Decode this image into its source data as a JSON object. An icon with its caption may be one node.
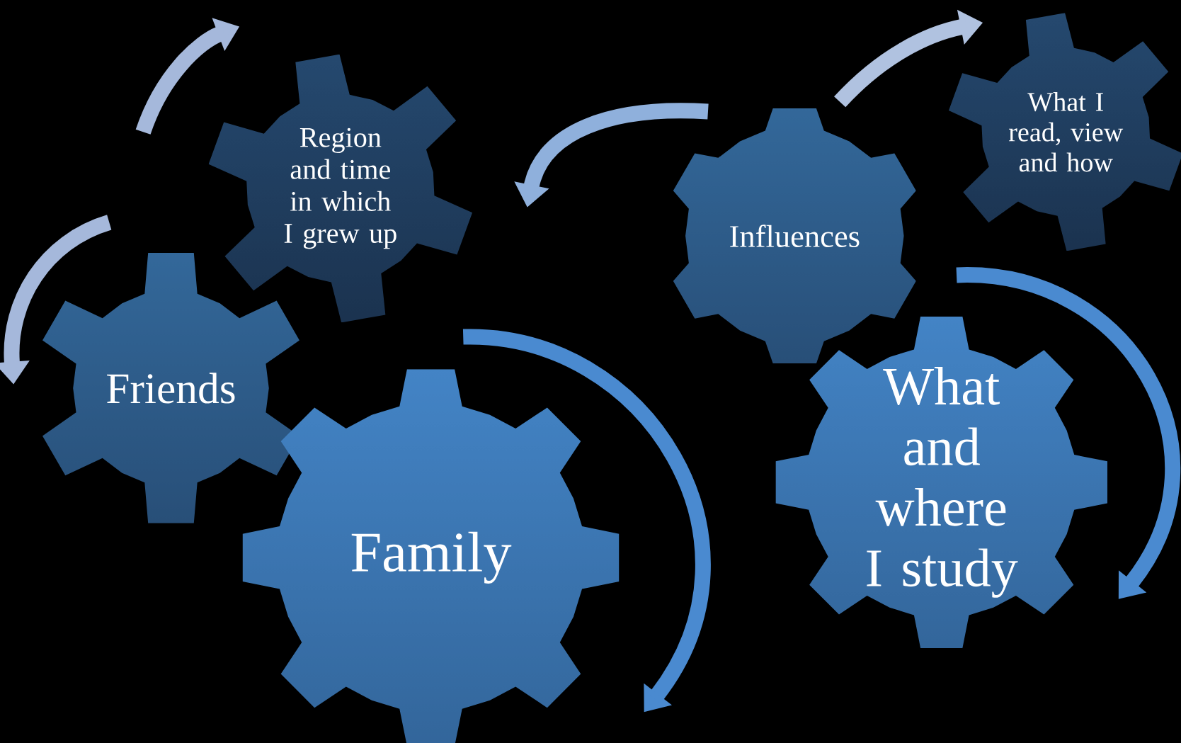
{
  "diagram": {
    "nodes": [
      {
        "text": [
          "What I read, view and how"
        ]
      },
      {
        "text": [
          "Region and time in which I grew up"
        ]
      },
      {
        "text": [
          "Influences"
        ]
      },
      {
        "text": [
          "Friends"
        ]
      },
      {
        "text": [
          "What and where I study"
        ]
      },
      {
        "text": [
          "Family"
        ]
      }
    ]
  }
}
